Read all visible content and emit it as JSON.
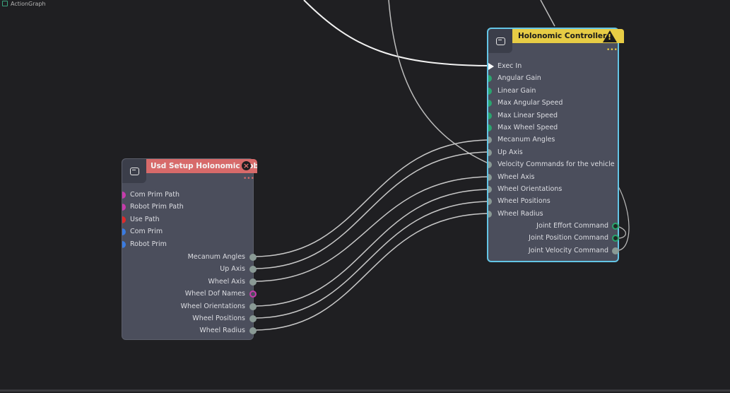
{
  "tab": {
    "label": "ActionGraph"
  },
  "colors": {
    "background": "#1f1f22",
    "node_body": "#4b4e5c",
    "controller_header": "#e7cc45",
    "controller_border": "#64c5e6",
    "setup_header": "#d76a6a",
    "pin_green": "#2aa56f",
    "pin_gray": "#8a9a95",
    "pin_magenta": "#c63bab",
    "pin_red": "#e02a2a",
    "pin_blue": "#3a7be0",
    "wire": "#bdbdbd"
  },
  "controller": {
    "title": "Holonomic Controller",
    "icon": "node-icon",
    "warning_icon": "warning-triangle-icon",
    "menu_dots": "•••",
    "inputs": [
      {
        "label": "Exec In",
        "kind": "exec"
      },
      {
        "label": "Angular Gain",
        "kind": "green"
      },
      {
        "label": "Linear Gain",
        "kind": "green"
      },
      {
        "label": "Max Angular Speed",
        "kind": "green"
      },
      {
        "label": "Max Linear Speed",
        "kind": "green"
      },
      {
        "label": "Max Wheel Speed",
        "kind": "green"
      },
      {
        "label": "Mecanum Angles",
        "kind": "gray"
      },
      {
        "label": "Up Axis",
        "kind": "gray"
      },
      {
        "label": "Velocity Commands for the vehicle",
        "kind": "gray"
      },
      {
        "label": "Wheel Axis",
        "kind": "gray"
      },
      {
        "label": "Wheel Orientations",
        "kind": "gray"
      },
      {
        "label": "Wheel Positions",
        "kind": "gray"
      },
      {
        "label": "Wheel Radius",
        "kind": "gray"
      }
    ],
    "outputs": [
      {
        "label": "Joint Effort Command",
        "kind": "green-ring"
      },
      {
        "label": "Joint Position Command",
        "kind": "green-ring"
      },
      {
        "label": "Joint Velocity Command",
        "kind": "gray"
      }
    ]
  },
  "setup": {
    "title": "Usd Setup Holonomic Robot",
    "icon": "node-icon",
    "close_icon": "close-x-icon",
    "close_glyph": "×",
    "menu_dots": "•••",
    "inputs": [
      {
        "label": "Com Prim Path",
        "kind": "magenta"
      },
      {
        "label": "Robot Prim Path",
        "kind": "magenta"
      },
      {
        "label": "Use Path",
        "kind": "red"
      },
      {
        "label": "Com Prim",
        "kind": "blue"
      },
      {
        "label": "Robot Prim",
        "kind": "blue"
      }
    ],
    "outputs": [
      {
        "label": "Mecanum Angles",
        "kind": "gray"
      },
      {
        "label": "Up Axis",
        "kind": "gray"
      },
      {
        "label": "Wheel Axis",
        "kind": "gray"
      },
      {
        "label": "Wheel Dof Names",
        "kind": "magenta-ring"
      },
      {
        "label": "Wheel Orientations",
        "kind": "gray"
      },
      {
        "label": "Wheel Positions",
        "kind": "gray"
      },
      {
        "label": "Wheel Radius",
        "kind": "gray"
      }
    ]
  }
}
